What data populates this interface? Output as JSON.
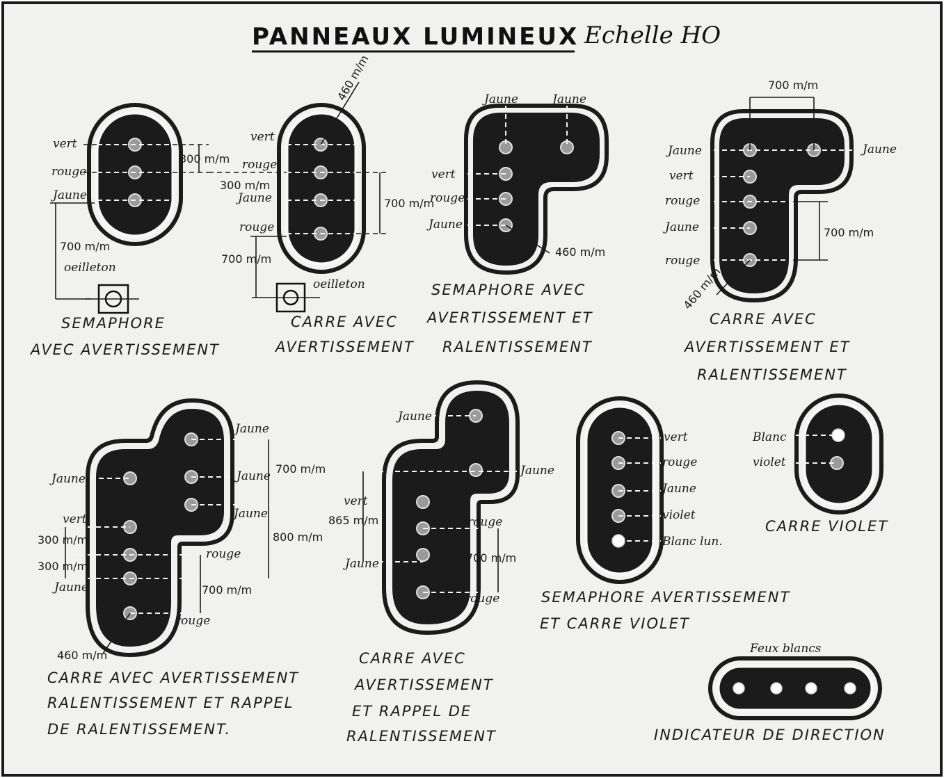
{
  "title": "PANNEAUX LUMINEUX",
  "scale": "Echelle HO",
  "panels": [
    {
      "caption": [
        "SEMAPHORE",
        "AVEC AVERTISSEMENT"
      ],
      "labels": [
        "vert",
        "rouge",
        "Jaune",
        "oeilleton"
      ],
      "dims": [
        "300 m/m",
        "700 m/m"
      ]
    },
    {
      "caption": [
        "CARRE AVEC",
        "AVERTISSEMENT"
      ],
      "labels": [
        "vert",
        "rouge",
        "Jaune",
        "rouge",
        "oeilleton"
      ],
      "dims": [
        "460 m/m",
        "300 m/m",
        "700 m/m",
        "700 m/m"
      ]
    },
    {
      "caption": [
        "SEMAPHORE AVEC",
        "AVERTISSEMENT ET",
        "RALENTISSEMENT"
      ],
      "labels": [
        "Jaune",
        "Jaune",
        "vert",
        "rouge",
        "Jaune"
      ],
      "dims": [
        "460 m/m"
      ]
    },
    {
      "caption": [
        "CARRE   AVEC",
        "AVERTISSEMENT  ET",
        "RALENTISSEMENT"
      ],
      "labels": [
        "Jaune",
        "Jaune",
        "vert",
        "rouge",
        "Jaune",
        "rouge"
      ],
      "dims": [
        "700 m/m",
        "700 m/m",
        "460 m/m"
      ]
    },
    {
      "caption": [
        "CARRE  AVEC AVERTISSEMENT",
        "RALENTISSEMENT  ET  RAPPEL",
        "DE    RALENTISSEMENT."
      ],
      "labels": [
        "Jaune",
        "Jaune",
        "Jaune",
        "Jaune",
        "vert",
        "rouge",
        "Jaune",
        "rouge"
      ],
      "dims": [
        "700 m/m",
        "800 m/m",
        "300 m/m",
        "300 m/m",
        "700 m/m",
        "460 m/m"
      ]
    },
    {
      "caption": [
        "CARRE AVEC",
        "AVERTISSEMENT",
        "ET  RAPPEL DE",
        "RALENTISSEMENT"
      ],
      "labels": [
        "Jaune",
        "Jaune",
        "vert",
        "Jaune",
        "rouge",
        "rouge"
      ],
      "dims": [
        "865 m/m",
        "700 m/m"
      ]
    },
    {
      "caption": [
        "SEMAPHORE  AVERTISSEMENT",
        "ET  CARRE   VIOLET"
      ],
      "labels": [
        "vert",
        "rouge",
        "Jaune",
        "violet",
        "Blanc lun."
      ]
    },
    {
      "caption": [
        "CARRE  VIOLET"
      ],
      "labels": [
        "Blanc",
        "violet"
      ]
    },
    {
      "caption": [
        "INDICATEUR DE DIRECTION"
      ],
      "labels": [
        "Feux blancs"
      ]
    }
  ]
}
